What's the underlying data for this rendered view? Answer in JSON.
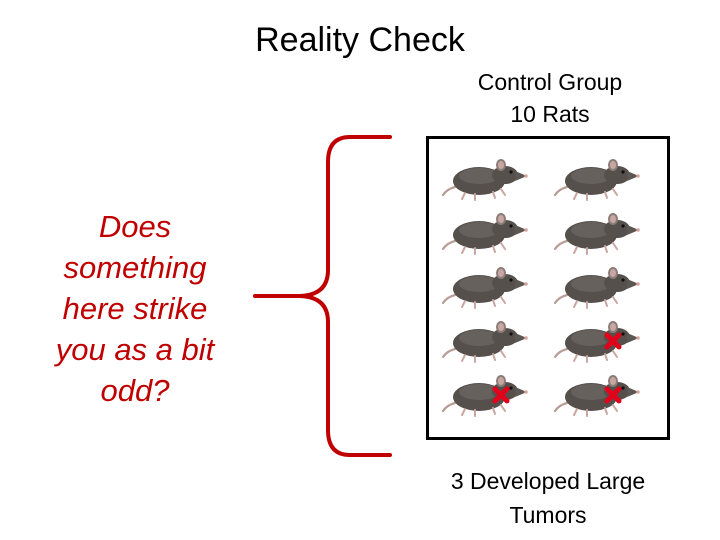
{
  "title": "Reality Check",
  "control_group": {
    "line1": "Control Group",
    "line2": "10 Rats"
  },
  "question": {
    "lines": [
      "Does",
      "something",
      "here strike",
      "you as a bit",
      "odd?"
    ]
  },
  "result": {
    "line1": "3 Developed Large",
    "line2": "Tumors"
  },
  "colors": {
    "accent_red": "#c00000",
    "tumor_mark": "#e3001b",
    "rat_dark": "#55504c",
    "box_border": "#000000"
  },
  "rats": [
    {
      "tumor": false
    },
    {
      "tumor": false
    },
    {
      "tumor": false
    },
    {
      "tumor": false
    },
    {
      "tumor": false
    },
    {
      "tumor": false
    },
    {
      "tumor": false
    },
    {
      "tumor": true
    },
    {
      "tumor": true
    },
    {
      "tumor": true
    }
  ]
}
